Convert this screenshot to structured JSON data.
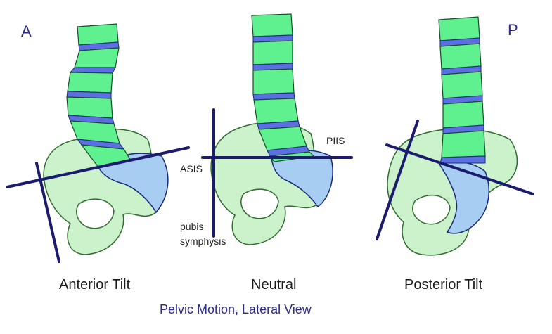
{
  "corner_labels": {
    "left": "A",
    "right": "P"
  },
  "panels": [
    {
      "caption": "Anterior Tilt"
    },
    {
      "caption": "Neutral"
    },
    {
      "caption": "Posterior Tilt"
    }
  ],
  "landmarks": {
    "asis": "ASIS",
    "piis": "PIIS",
    "pubis_line1": "pubis",
    "pubis_line2": "symphysis"
  },
  "title": "Pelvic Motion, Lateral View",
  "colors": {
    "vertebra": "#5ff08f",
    "disc": "#5a6fe0",
    "pelvis": "#ccf2cc",
    "sacrum": "#a8cdf2",
    "reference_line": "#1a1a6e",
    "title_text": "#2b2b8c"
  }
}
